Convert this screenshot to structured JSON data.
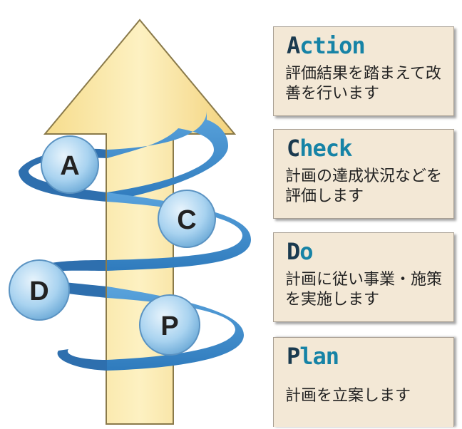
{
  "cycle": {
    "steps": [
      {
        "letter": "A",
        "rest": "ction",
        "description": "評価結果を踏まえて改善を行います"
      },
      {
        "letter": "C",
        "rest": "heck",
        "description": "計画の達成状況などを評価します"
      },
      {
        "letter": "D",
        "rest": "o",
        "description": "計画に従い事業・施策を実施します"
      },
      {
        "letter": "P",
        "rest": "lan",
        "description": "計画を立案します"
      }
    ],
    "balls": [
      "A",
      "C",
      "D",
      "P"
    ]
  },
  "colors": {
    "arrow_fill": "#fbe8a8",
    "ribbon": "#3d8ac9",
    "ribbon_dark": "#2a6ea8",
    "ball": "#a9d3f0",
    "card_bg": "#f3e8d6",
    "heading_first": "#1a3a4f",
    "heading_rest": "#1683a6"
  }
}
